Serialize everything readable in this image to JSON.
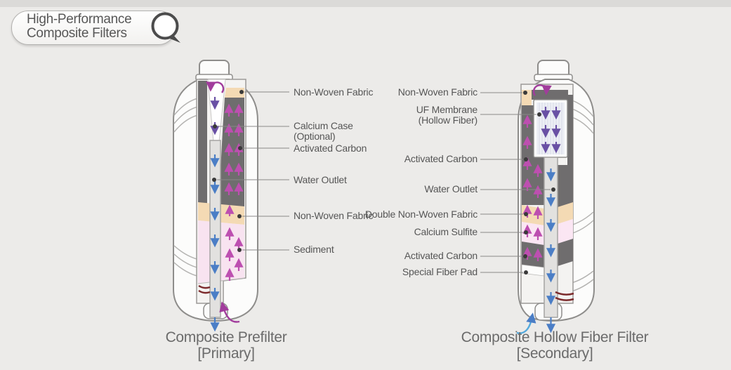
{
  "badge": {
    "line1": "High-Performance",
    "line2": "Composite Filters",
    "icon": "magnifier-bubble-icon"
  },
  "filters": {
    "left": {
      "caption_line1": "Composite Prefilter",
      "caption_line2": "[Primary]",
      "labels": [
        "Non-Woven Fabric",
        "Calcium Case\n(Optional)",
        "Activated Carbon",
        "Water Outlet",
        "Non-Woven Fabric",
        "Sediment"
      ]
    },
    "right": {
      "caption_line1": "Composite Hollow Fiber Filter",
      "caption_line2": "[Secondary]",
      "labels": [
        "Non-Woven Fabric",
        "UF Membrane\n(Hollow Fiber)",
        "Activated Carbon",
        "Water Outlet",
        "Double Non-Woven Fabric",
        "Calcium Sulfite",
        "Activated Carbon",
        "Special Fiber Pad"
      ]
    }
  },
  "colors": {
    "background": "#ecebe9",
    "carbon_gray": "#6f6d6e",
    "fabric_tan": "#f4dab4",
    "sediment_pink": "#f8e3f0",
    "membrane_blue_white": "#edeff5",
    "arrow_blue": "#4b7ec6",
    "arrow_magenta": "#bd4fb0",
    "arrow_violet": "#6950a4",
    "arrow_purple": "#a13c9c",
    "ring_maroon": "#7c2b2c",
    "text_gray": "#565656"
  }
}
